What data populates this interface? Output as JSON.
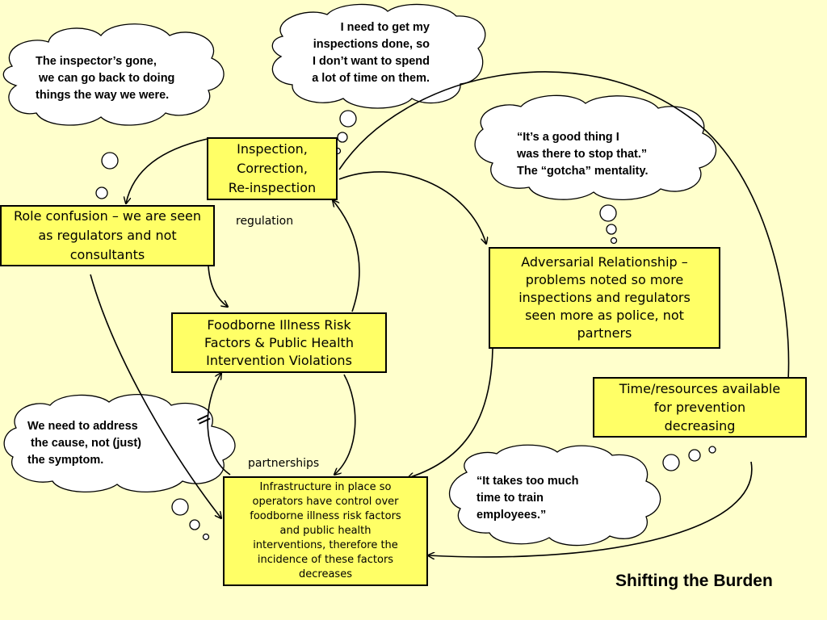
{
  "title": "Shifting the Burden",
  "nodes": {
    "inspection": [
      "Inspection,",
      "Correction,",
      "Re-inspection"
    ],
    "role_confusion": [
      "Role confusion – we are seen",
      "as regulators and not",
      "consultants"
    ],
    "foodborne": [
      "Foodborne Illness Risk",
      "Factors & Public Health",
      "Intervention Violations"
    ],
    "adversarial": [
      "Adversarial Relationship –",
      "problems noted so more",
      "inspections and regulators",
      "seen more as police, not",
      "partners"
    ],
    "time_resources": [
      "Time/resources available",
      "for prevention",
      "decreasing"
    ],
    "infrastructure": [
      "Infrastructure in place so",
      "operators have control over",
      "foodborne illness risk factors",
      "and public health",
      "interventions, therefore the",
      "incidence of these factors",
      "decreases"
    ]
  },
  "thoughts": {
    "inspector_gone": [
      "The inspector’s gone,",
      " we can go back to doing",
      "things the way we were."
    ],
    "inspections_done": [
      "I need to get my",
      "inspections done, so",
      "I don’t want to spend",
      "a lot of time on them."
    ],
    "good_thing": [
      "“It’s a good thing I",
      "was there to stop that.”",
      "The “gotcha” mentality."
    ],
    "address_cause": [
      "We need to address",
      " the cause, not (just)",
      "the symptom."
    ],
    "takes_time": [
      "“It takes too much",
      "time to train",
      "employees.”"
    ]
  },
  "edge_labels": {
    "regulation": "regulation",
    "partnerships": "partnerships",
    "delay_mark": "="
  },
  "icons": {
    "arrow": "arrowhead-icon",
    "thought_bubble": "thought-cloud-icon"
  },
  "colors": {
    "background": "#ffffcc",
    "box_fill": "#ffff66",
    "line": "#000000"
  }
}
